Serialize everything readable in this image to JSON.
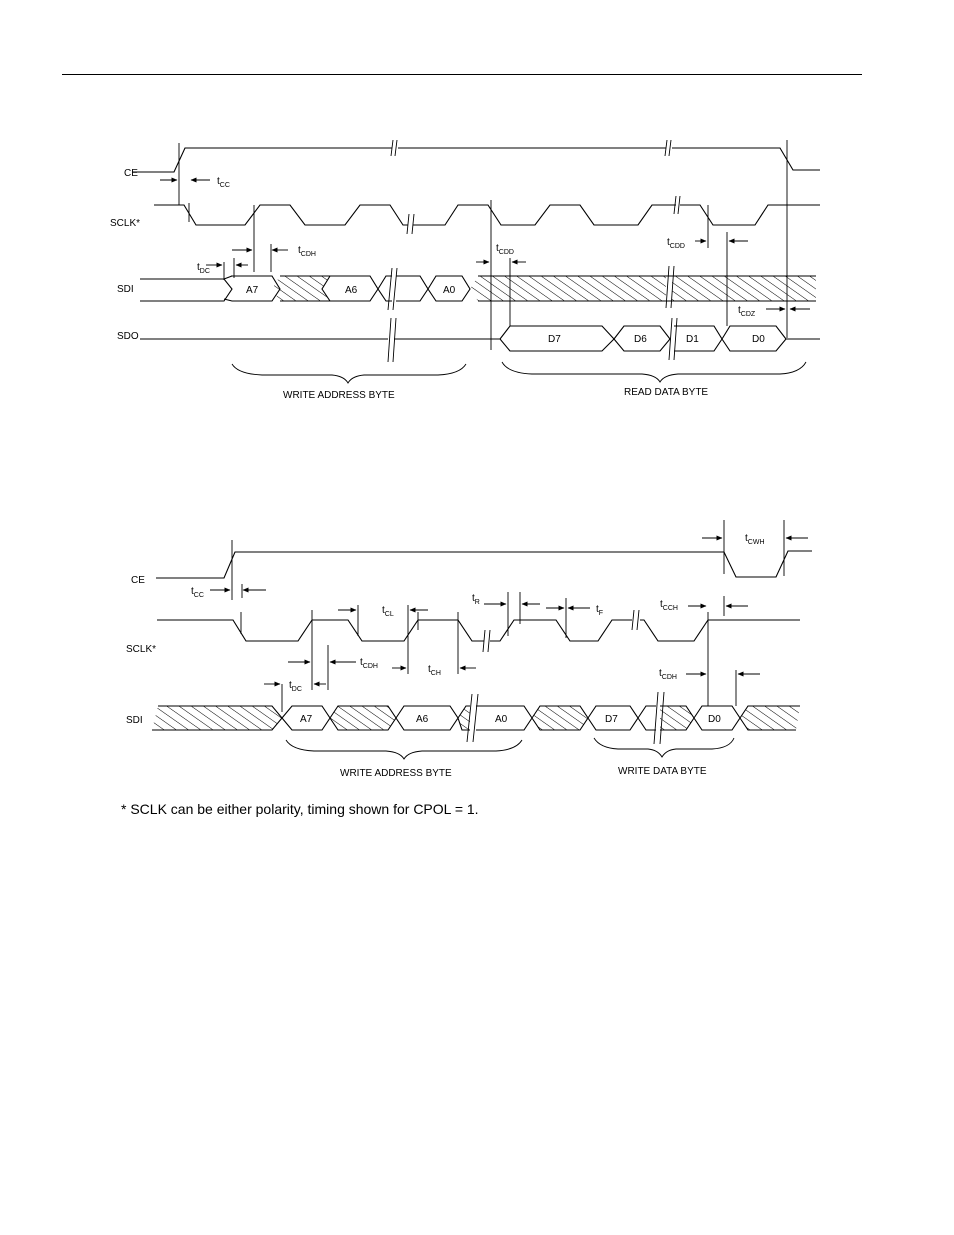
{
  "signals": {
    "ce": "CE",
    "sclk": "SCLK*",
    "sdi": "SDI",
    "sdo": "SDO"
  },
  "timing": {
    "cc": "CC",
    "cdh": "CDH",
    "dc": "DC",
    "cdd": "CDD",
    "cdz": "CDZ",
    "cwh": "CWH",
    "cl": "CL",
    "ch": "CH",
    "r": "R",
    "f": "F",
    "cch": "CCH",
    "t": "t"
  },
  "bits": {
    "a7": "A7",
    "a6": "A6",
    "a0": "A0",
    "d7": "D7",
    "d6": "D6",
    "d1": "D1",
    "d0": "D0"
  },
  "captions": {
    "write_address_byte": "WRITE ADDRESS BYTE",
    "read_data_byte": "READ DATA BYTE",
    "write_data_byte": "WRITE DATA BYTE"
  },
  "footnote": "* SCLK can be either polarity, timing shown for CPOL = 1."
}
